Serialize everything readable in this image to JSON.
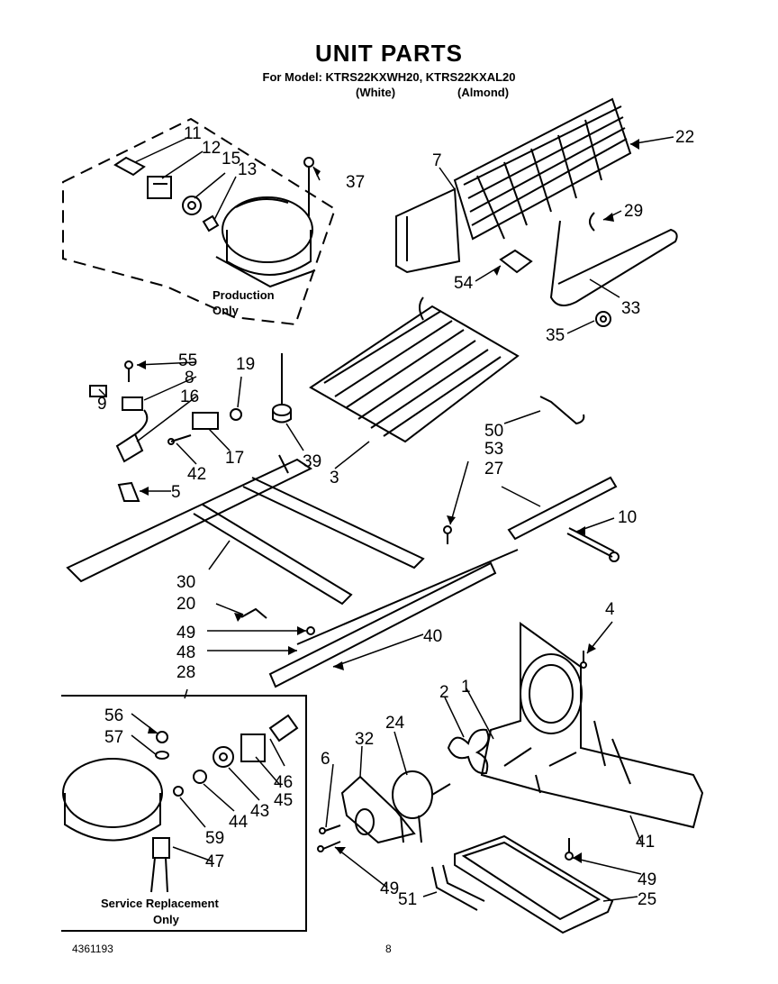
{
  "header": {
    "title": "UNIT PARTS",
    "models": "For Model: KTRS22KXWH20, KTRS22KXAL20",
    "color_white": "(White)",
    "color_almond": "(Almond)"
  },
  "labels": {
    "production_only_1": "Production",
    "production_only_2": "Only",
    "service_replacement_1": "Service Replacement",
    "service_replacement_2": "Only"
  },
  "callouts": {
    "c1": "1",
    "c2": "2",
    "c3": "3",
    "c4": "4",
    "c5": "5",
    "c6": "6",
    "c7": "7",
    "c8": "8",
    "c9": "9",
    "c10": "10",
    "c11": "11",
    "c12": "12",
    "c13": "13",
    "c15": "15",
    "c16": "16",
    "c17": "17",
    "c19": "19",
    "c20": "20",
    "c22": "22",
    "c24": "24",
    "c25": "25",
    "c27": "27",
    "c28": "28",
    "c29": "29",
    "c30": "30",
    "c32": "32",
    "c33": "33",
    "c35": "35",
    "c37": "37",
    "c39": "39",
    "c40": "40",
    "c41": "41",
    "c42": "42",
    "c43": "43",
    "c44": "44",
    "c45": "45",
    "c46": "46",
    "c47": "47",
    "c48": "48",
    "c49a": "49",
    "c49b": "49",
    "c49c": "49",
    "c50": "50",
    "c51": "51",
    "c53": "53",
    "c54": "54",
    "c55": "55",
    "c56": "56",
    "c57": "57",
    "c59": "59"
  },
  "footer": {
    "doc_number": "4361193",
    "page_number": "8"
  }
}
